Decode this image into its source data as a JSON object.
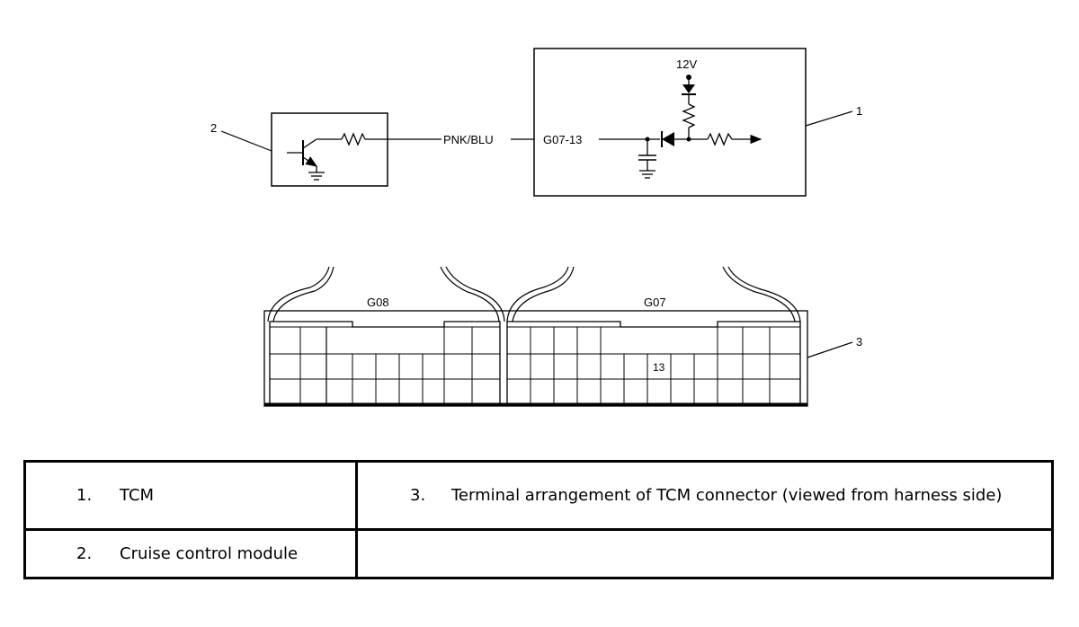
{
  "diagram": {
    "callouts": [
      "1",
      "2",
      "3"
    ],
    "wire_label": "PNK/BLU",
    "pin_label": "G07-13",
    "supply_label": "12V",
    "connector_labels": [
      "G08",
      "G07"
    ],
    "terminal_label": "13"
  },
  "legend": [
    {
      "num": "1.",
      "text": "TCM"
    },
    {
      "num": "2.",
      "text": "Cruise control module"
    },
    {
      "num": "3.",
      "text": "Terminal arrangement of TCM connector (viewed from harness side)"
    }
  ]
}
